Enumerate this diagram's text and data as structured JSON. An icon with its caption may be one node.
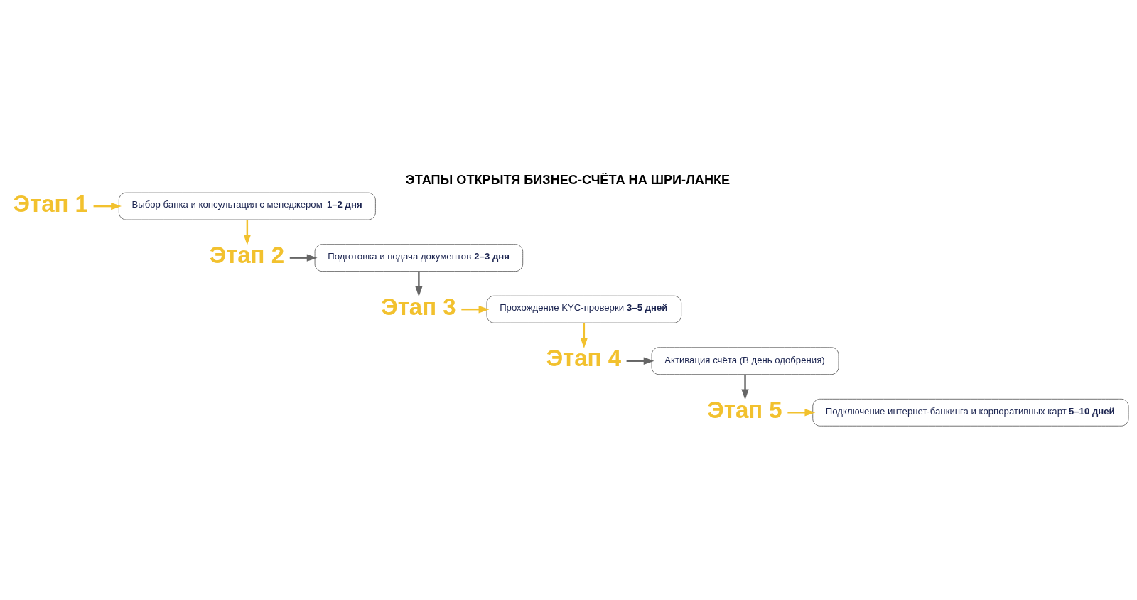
{
  "diagram": {
    "title": "ЭТАПЫ ОТКРЫТЯ БИЗНЕС-СЧЁТА НА ШРИ-ЛАНКЕ",
    "nodes": [
      {
        "text": [
          "Этап 1"
        ]
      },
      {
        "text": [
          "Выбор банка и консультация с менеджером **1–2 дня**"
        ]
      },
      {
        "text": [
          "Подготовка и подача документов **2–3 дня**"
        ]
      },
      {
        "text": [
          "Этап 2"
        ]
      },
      {
        "text": [
          "Этап 3"
        ]
      },
      {
        "text": [
          "Прохождение KYC-проверки **3–5 дней**"
        ]
      },
      {
        "text": [
          "Активация счёта (В день одобрения)"
        ]
      },
      {
        "text": [
          "Этап 4"
        ]
      },
      {
        "text": [
          "Этап 5"
        ]
      },
      {
        "text": [
          "Подключение интернет-банкинга и корпоративных карт**5–10 дней**"
        ]
      }
    ],
    "edges": [
      {
        "from": 0,
        "to": 1,
        "arrow": "to"
      },
      {
        "from": 1,
        "to": 3,
        "arrow": "to"
      },
      {
        "from": 3,
        "to": 2,
        "arrow": "to",
        "color": "#666666"
      },
      {
        "from": 2,
        "to": 4,
        "arrow": "to",
        "color": "#666666"
      },
      {
        "from": 4,
        "to": 5,
        "arrow": "to"
      },
      {
        "from": 5,
        "to": 7,
        "arrow": "to"
      },
      {
        "from": 7,
        "to": 6,
        "arrow": "to",
        "color": "#666666"
      },
      {
        "from": 6,
        "to": 8,
        "arrow": "to",
        "color": "#666666"
      },
      {
        "from": 8,
        "to": 9,
        "arrow": "to"
      }
    ]
  }
}
